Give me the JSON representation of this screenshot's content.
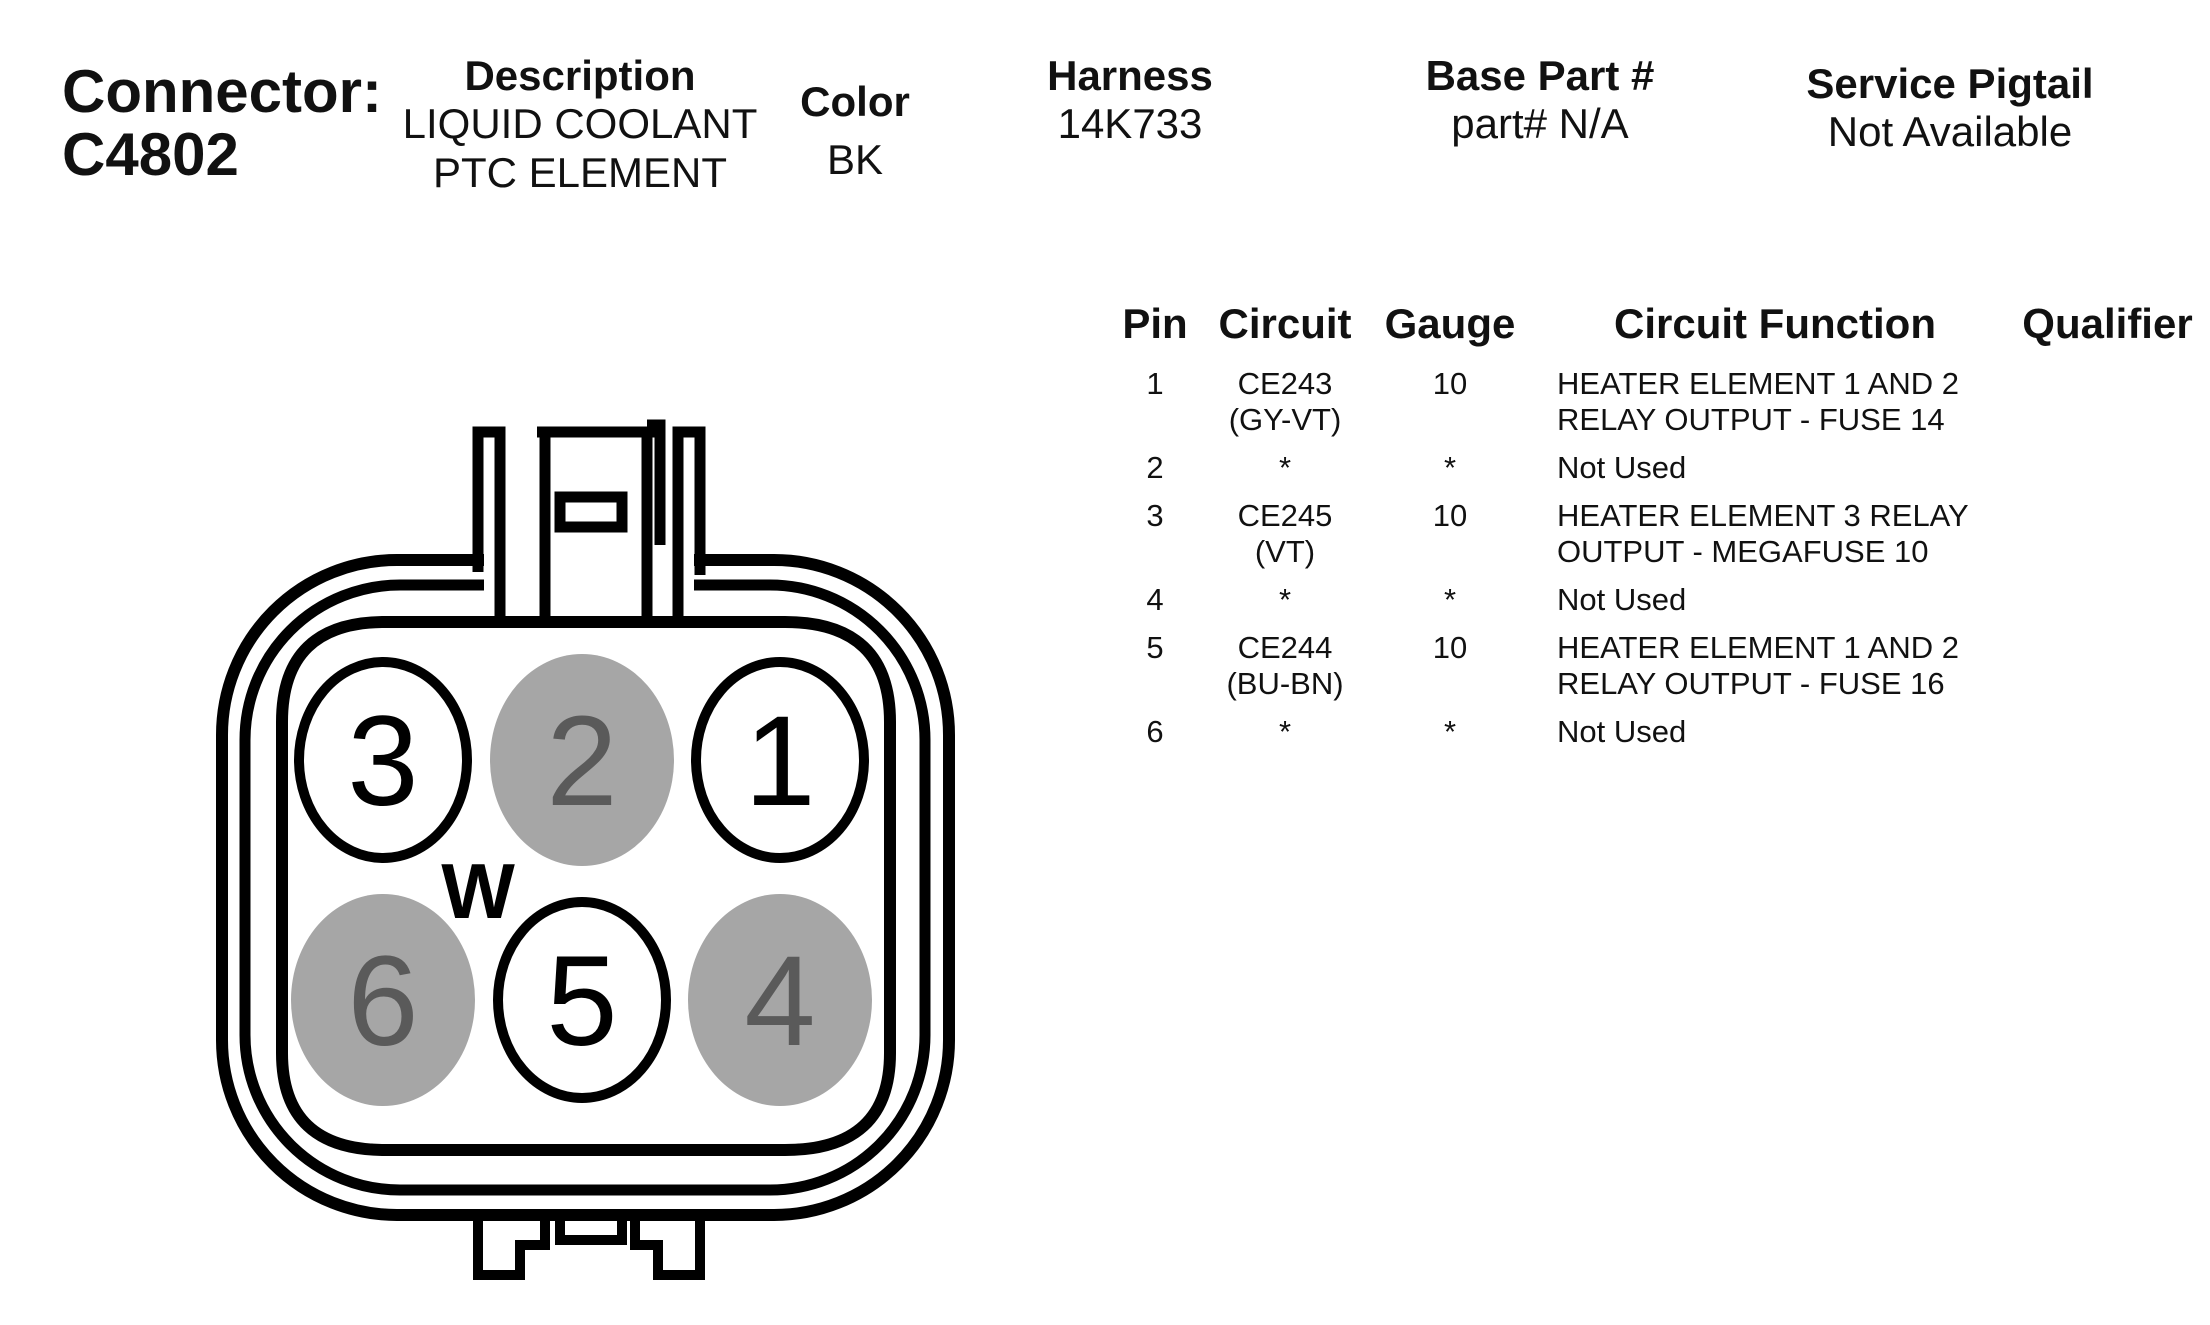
{
  "connector": {
    "label": "Connector:",
    "id": "C4802"
  },
  "header": {
    "description": {
      "label": "Description",
      "lines": [
        "LIQUID COOLANT",
        "PTC ELEMENT"
      ]
    },
    "color": {
      "label": "Color",
      "value": "BK"
    },
    "harness": {
      "label": "Harness",
      "value": "14K733"
    },
    "base_part": {
      "label": "Base Part #",
      "value": "part# N/A"
    },
    "service_pigtail": {
      "label": "Service Pigtail",
      "value": "Not Available"
    }
  },
  "table": {
    "headers": {
      "pin": "Pin",
      "circuit": "Circuit",
      "gauge": "Gauge",
      "function": "Circuit Function",
      "qualifier": "Qualifier"
    },
    "rows": [
      {
        "pin": "1",
        "circuit": [
          "CE243",
          "(GY-VT)"
        ],
        "gauge": "10",
        "function": [
          "HEATER ELEMENT 1 AND 2",
          "RELAY OUTPUT - FUSE 14"
        ],
        "qualifier": ""
      },
      {
        "pin": "2",
        "circuit": [
          "*"
        ],
        "gauge": "*",
        "function": [
          "Not Used"
        ],
        "qualifier": ""
      },
      {
        "pin": "3",
        "circuit": [
          "CE245 (VT)"
        ],
        "gauge": "10",
        "function": [
          "HEATER ELEMENT 3 RELAY",
          "OUTPUT - MEGAFUSE 10"
        ],
        "qualifier": ""
      },
      {
        "pin": "4",
        "circuit": [
          "*"
        ],
        "gauge": "*",
        "function": [
          "Not Used"
        ],
        "qualifier": ""
      },
      {
        "pin": "5",
        "circuit": [
          "CE244",
          "(BU-BN)"
        ],
        "gauge": "10",
        "function": [
          "HEATER ELEMENT 1 AND 2",
          "RELAY OUTPUT - FUSE 16"
        ],
        "qualifier": ""
      },
      {
        "pin": "6",
        "circuit": [
          "*"
        ],
        "gauge": "*",
        "function": [
          "Not Used"
        ],
        "qualifier": ""
      }
    ]
  },
  "diagram": {
    "cavities": [
      {
        "pin": "3",
        "used": true
      },
      {
        "pin": "2",
        "used": false
      },
      {
        "pin": "1",
        "used": true
      },
      {
        "pin": "6",
        "used": false
      },
      {
        "pin": "5",
        "used": true
      },
      {
        "pin": "4",
        "used": false
      }
    ],
    "keying_mark": "W",
    "colors": {
      "used_fill": "#ffffff",
      "unused_fill": "#a6a6a6",
      "unused_text": "#5a5a5a",
      "outline": "#000000"
    }
  }
}
